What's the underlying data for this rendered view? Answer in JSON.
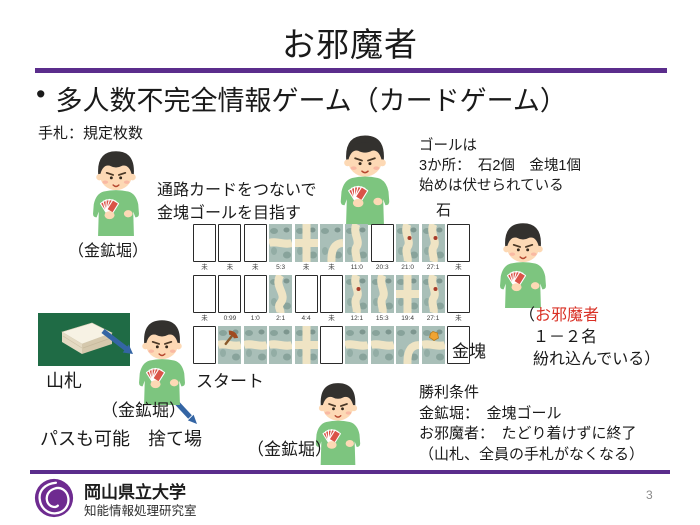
{
  "slide": {
    "title": "お邪魔者",
    "bullet_marker": "•",
    "bullet": "多人数不完全情報ゲーム（カードゲーム）",
    "page_number": "3"
  },
  "colors": {
    "accent_purple": "#5b2d8c",
    "red_text": "#d93025",
    "shirt_green": "#7dc57f",
    "card_back_red": "#da5348",
    "deck_felt_green": "#1f6b45",
    "arrow_blue": "#3465a4",
    "tunnel_teal": "#a9bfb8",
    "path_cream": "#efe4c4",
    "gold_orange": "#f0a433"
  },
  "notes": {
    "hand": "手札：規定枚数",
    "tunnel": "通路カードをつないで\n金塊ゴールを目指す",
    "goal": "ゴールは\n3か所：　石2個　金塊1個\n始めは伏せられている",
    "stone": "石",
    "gold": "金塊",
    "start": "スタート",
    "saboteur_open": "（",
    "saboteur_name": "お邪魔者",
    "saboteur_line2": "１－２名",
    "saboteur_line3": "紛れ込んでいる）",
    "win": "勝利条件\n金鉱堀：　金塊ゴール\nお邪魔者：　たどり着けずに終了\n（山札、全員の手札がなくなる）",
    "deck": "山札",
    "pass": "パスも可能",
    "discard": "捨て場",
    "miner1": "（金鉱堀）",
    "miner2": "（金鉱堀）",
    "miner3": "（金鉱堀）"
  },
  "board": {
    "rows": [
      {
        "cards": [
          {
            "t": "e",
            "label": "未"
          },
          {
            "t": "e",
            "label": "未"
          },
          {
            "t": "e",
            "label": "未"
          },
          {
            "t": "h",
            "label": "5:3"
          },
          {
            "t": "x",
            "label": "未"
          },
          {
            "t": "c",
            "label": "未"
          },
          {
            "t": "v",
            "label": "11:0"
          },
          {
            "t": "e",
            "label": "20:3"
          },
          {
            "t": "v",
            "m": "dot",
            "label": "21:0"
          },
          {
            "t": "v",
            "m": "dot",
            "label": "27:1"
          },
          {
            "t": "e",
            "label": "未"
          }
        ]
      },
      {
        "cards": [
          {
            "t": "e",
            "label": "未"
          },
          {
            "t": "e",
            "label": "0:99"
          },
          {
            "t": "e",
            "label": "1:0"
          },
          {
            "t": "s",
            "label": "2:1"
          },
          {
            "t": "e",
            "label": "4:4"
          },
          {
            "t": "e",
            "label": "未"
          },
          {
            "t": "v",
            "m": "dot",
            "label": "12:1"
          },
          {
            "t": "v",
            "label": "15:3"
          },
          {
            "t": "x",
            "label": "19:4"
          },
          {
            "t": "v",
            "m": "dot",
            "label": "27:1"
          },
          {
            "t": "e",
            "label": "未"
          }
        ]
      },
      {
        "cards": [
          {
            "t": "e"
          },
          {
            "t": "h",
            "m": "axe"
          },
          {
            "t": "h"
          },
          {
            "t": "h"
          },
          {
            "t": "x"
          },
          {
            "t": "e"
          },
          {
            "t": "h"
          },
          {
            "t": "h"
          },
          {
            "t": "c"
          },
          {
            "t": "h",
            "m": "gold"
          },
          {
            "t": "e"
          }
        ]
      }
    ]
  },
  "footer": {
    "university": "岡山県立大学",
    "lab": "知能情報処理研究室"
  }
}
